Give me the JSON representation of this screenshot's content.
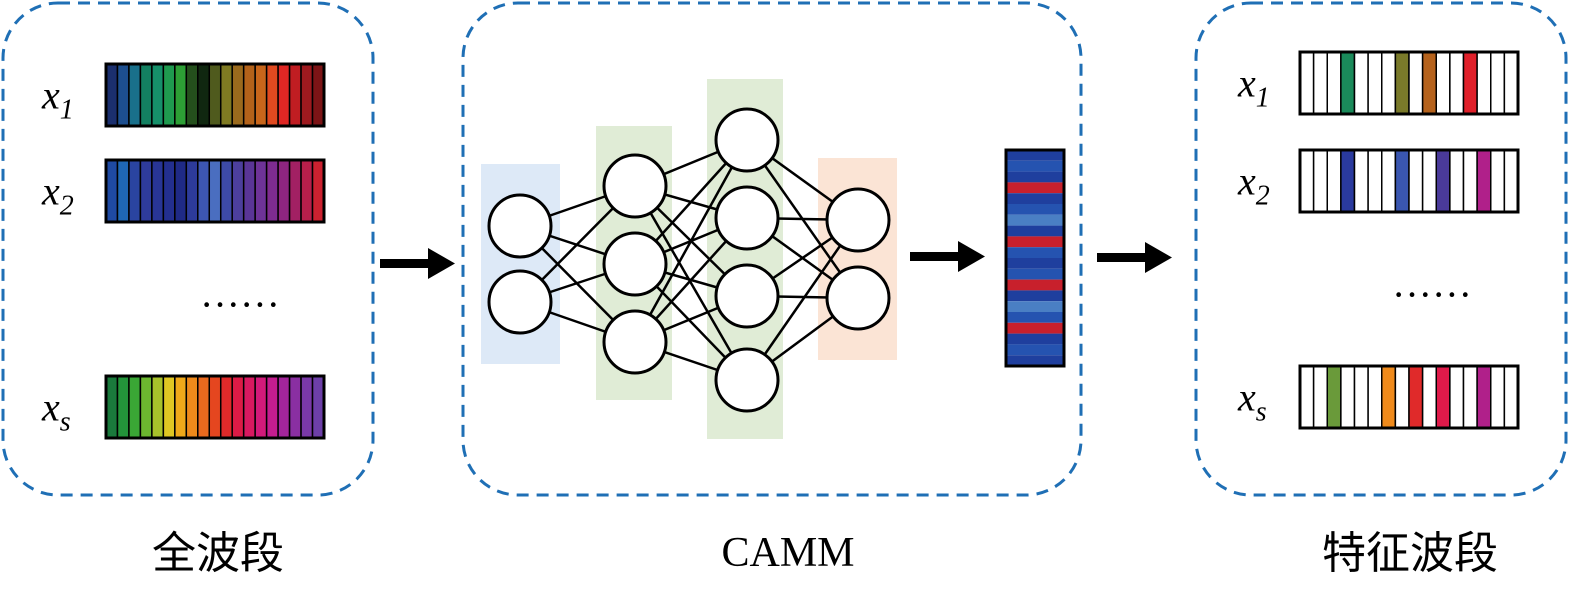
{
  "sections": [
    {
      "id": "full",
      "caption": "全波段",
      "rows": [
        {
          "label": "x",
          "sub": "1",
          "colors": [
            "#1b2f6e",
            "#1d4f8f",
            "#19708b",
            "#138061",
            "#16906a",
            "#1f9a4f",
            "#2d9f35",
            "#244f1c",
            "#102710",
            "#4f5a1d",
            "#7f7a22",
            "#9a6a1d",
            "#b3621a",
            "#c8661b",
            "#e04a20",
            "#e02724",
            "#c01d22",
            "#9e1a1f",
            "#7c1416"
          ]
        },
        {
          "label": "x",
          "sub": "2",
          "colors": [
            "#1f4aa3",
            "#1f67b5",
            "#2a44a0",
            "#2e3b9b",
            "#283596",
            "#232f8f",
            "#1f2a86",
            "#2d3b9a",
            "#3d56b1",
            "#4a6ec0",
            "#3d4aa7",
            "#4c3f9d",
            "#5a3597",
            "#6e3398",
            "#7e2c90",
            "#8e2580",
            "#a22063",
            "#b71f4b",
            "#cc2130"
          ]
        },
        {
          "label": "x",
          "sub": "s",
          "colors": [
            "#1a7a3c",
            "#23943a",
            "#3aa635",
            "#6cb82f",
            "#a8c22b",
            "#e0c723",
            "#f0a91a",
            "#ef8a1b",
            "#ea6a1e",
            "#e5461f",
            "#e02a2a",
            "#dc1b46",
            "#d81960",
            "#d21a7a",
            "#c41d8f",
            "#a3259b",
            "#8a2fa2",
            "#7a39a8",
            "#6d3fa8"
          ]
        }
      ],
      "ellipsis": "······"
    },
    {
      "id": "camm",
      "caption": "CAMM",
      "layers": [
        2,
        3,
        4,
        2
      ],
      "layer_colors": [
        "#dde9f7",
        "#e0ecd6",
        "#e0ecd6",
        "#fbe4d5"
      ],
      "output_strip": [
        "#1f3f9e",
        "#2553b0",
        "#1f3f9e",
        "#c8202c",
        "#1f3f9e",
        "#2553b0",
        "#4a7fc4",
        "#1f3f9e",
        "#c8202c",
        "#2553b0",
        "#1f3f9e",
        "#2553b0",
        "#c8202c",
        "#1f3f9e",
        "#4a7fc4",
        "#2553b0",
        "#c8202c",
        "#1f3f9e",
        "#2553b0",
        "#1f3f9e"
      ]
    },
    {
      "id": "feature",
      "caption": "特征波段",
      "rows": [
        {
          "label": "x",
          "sub": "1",
          "colors": [
            "#ffffff",
            "#ffffff",
            "#ffffff",
            "#1a8a5a",
            "#ffffff",
            "#ffffff",
            "#ffffff",
            "#7a7a2a",
            "#ffffff",
            "#b5621c",
            "#ffffff",
            "#ffffff",
            "#e0202a",
            "#ffffff",
            "#ffffff",
            "#ffffff"
          ]
        },
        {
          "label": "x",
          "sub": "2",
          "colors": [
            "#ffffff",
            "#ffffff",
            "#ffffff",
            "#2a3a9e",
            "#ffffff",
            "#ffffff",
            "#ffffff",
            "#3a56b0",
            "#ffffff",
            "#ffffff",
            "#4a3a9a",
            "#ffffff",
            "#ffffff",
            "#b0208a",
            "#ffffff",
            "#ffffff"
          ]
        },
        {
          "label": "x",
          "sub": "s",
          "colors": [
            "#ffffff",
            "#ffffff",
            "#6a9a3a",
            "#ffffff",
            "#ffffff",
            "#ffffff",
            "#ef8a1b",
            "#ffffff",
            "#e02a2a",
            "#ffffff",
            "#e01a4a",
            "#ffffff",
            "#ffffff",
            "#b0208a",
            "#ffffff",
            "#ffffff"
          ]
        }
      ],
      "ellipsis": "······"
    }
  ],
  "colors": {
    "dashed_border": "#1f6fb5",
    "arrow": "#000000"
  }
}
